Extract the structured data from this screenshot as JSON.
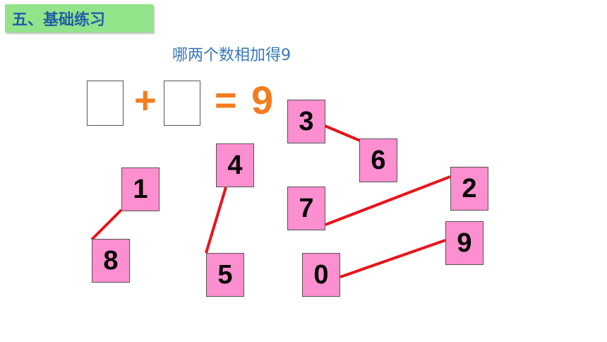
{
  "header": {
    "title": "五、基础练习"
  },
  "question": "哪两个数相加得9",
  "equation": {
    "plus": "+",
    "equals": "=",
    "result": "9"
  },
  "cards": [
    "1",
    "8",
    "4",
    "5",
    "3",
    "6",
    "7",
    "2",
    "0",
    "9"
  ],
  "connections": [
    [
      "1",
      "8"
    ],
    [
      "4",
      "5"
    ],
    [
      "3",
      "6"
    ],
    [
      "7",
      "2"
    ],
    [
      "0",
      "9"
    ]
  ],
  "colors": {
    "header_bg": "#92e38a",
    "card_bg": "#fb8fcf",
    "line": "#e8141c",
    "equation": "#f47c20",
    "question": "#3a78b8"
  }
}
